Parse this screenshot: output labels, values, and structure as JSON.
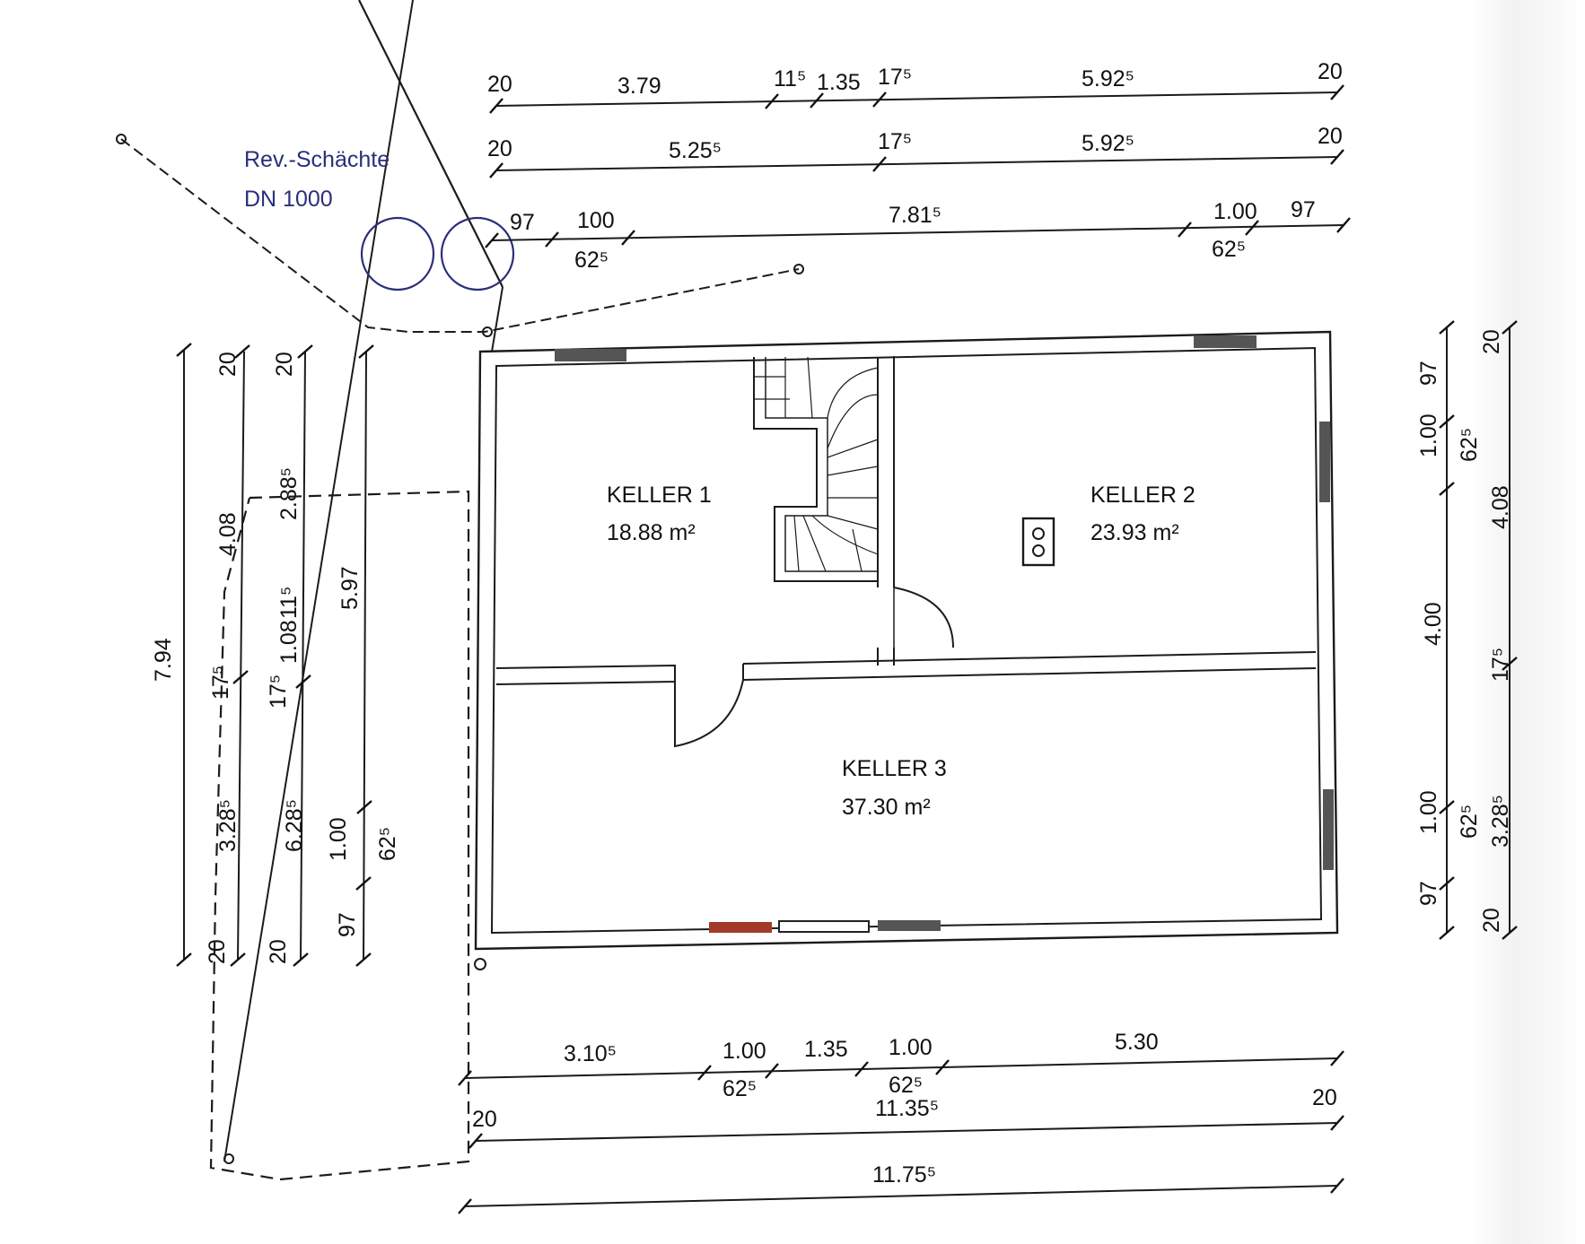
{
  "annotation": {
    "line1": "Rev.-Schächte",
    "line2": "DN 1000"
  },
  "rooms": [
    {
      "name": "KELLER 1",
      "area": "18.88",
      "unit": "m²"
    },
    {
      "name": "KELLER 2",
      "area": "23.93",
      "unit": "m²"
    },
    {
      "name": "KELLER 3",
      "area": "37.30",
      "unit": "m²"
    }
  ],
  "top_dims": {
    "row1": [
      "20",
      "3.79",
      "11⁵",
      "1.35",
      "17⁵",
      "5.92⁵",
      "20"
    ],
    "row2": [
      "20",
      "5.25⁵",
      "17⁵",
      "5.92⁵",
      "20"
    ],
    "row3_top": [
      "97",
      "100",
      "7.81⁵",
      "1.00",
      "97"
    ],
    "row3_bottom": [
      "62⁵",
      "62⁵"
    ]
  },
  "bottom_dims": {
    "row1_top": [
      "3.10⁵",
      "1.00",
      "1.35",
      "1.00",
      "5.30"
    ],
    "row1_bottom": [
      "62⁵",
      "62⁵"
    ],
    "row2": [
      "20",
      "11.35⁵",
      "20"
    ],
    "row3": [
      "11.75⁵"
    ]
  },
  "left_dims": {
    "outer": "7.94",
    "col_a": [
      "20",
      "4.08",
      "17⁵",
      "3.28⁵",
      "20"
    ],
    "col_b": [
      "20",
      "2.88⁵",
      "11⁵",
      "1.08",
      "17⁵",
      "6.28⁵",
      "20"
    ],
    "col_c": [
      "5.97",
      "1.00",
      "62⁵",
      "97"
    ]
  },
  "right_dims": {
    "col_a": [
      "97",
      "1.00",
      "62⁵",
      "4.00",
      "1.00",
      "62⁵",
      "97"
    ],
    "col_b": [
      "20",
      "4.08",
      "17⁵",
      "3.28⁵",
      "20"
    ]
  }
}
